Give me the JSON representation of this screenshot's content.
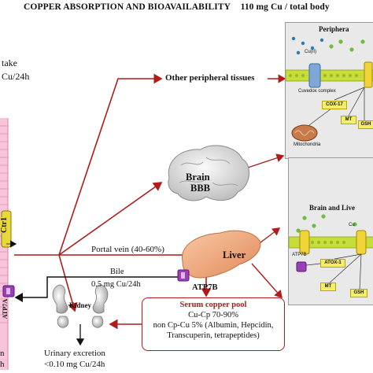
{
  "header": {
    "title": "COPPER ABSORPTION AND BIOAVAILABILITY",
    "subtitle": "110 mg Cu / total body"
  },
  "intake": {
    "line1": "take",
    "line2": "Cu/24h"
  },
  "transporters": {
    "ctr1": "Ctr1",
    "atp7a": "ATP7A",
    "atp7b": "ATP7B"
  },
  "routes": {
    "peripheral": "Other peripheral tissues",
    "portal_vein": "Portal vein (40-60%)",
    "bile_title": "Bile",
    "bile_rate": "0.5 mg Cu/24h"
  },
  "organs": {
    "brain": "Brain",
    "bbb": "BBB",
    "liver": "Liver",
    "kidney": "Kidney"
  },
  "serum_pool": {
    "title": "Serum copper pool",
    "line1": "Cu-Cp 70-90%",
    "line2": "non Cp-Cu 5% (Albumin, Hepcidin,",
    "line3": "Transcuperin, tetrapeptides)"
  },
  "excretion": {
    "urinary_line1": "Urinary excretion",
    "urinary_line2": "<0.10 mg Cu/24h",
    "left_fragment1": "n",
    "left_fragment2": "h"
  },
  "panel_peripheral": {
    "title": "Periphera",
    "cu_ii": "Cu(II)",
    "complex": "Cuvedox complex",
    "cox17": "COX-17",
    "mt": "MT",
    "gsh": "GSH",
    "mito": "Mitochondria"
  },
  "panel_brain_liver": {
    "title": "Brain and Live",
    "atp7b": "ATP7B",
    "cu": "Cu",
    "atox1": "ATOX-1",
    "mt": "MT",
    "gsh": "GSH"
  },
  "colors": {
    "arrow_red": "#b01c1c",
    "membrane_pink": "#f2a7c8",
    "membrane_green": "#c6dd3a",
    "yellow_box": "#f4ee6a",
    "organ_liver": "#f0ab80",
    "organ_gray": "#d9d9d9"
  }
}
